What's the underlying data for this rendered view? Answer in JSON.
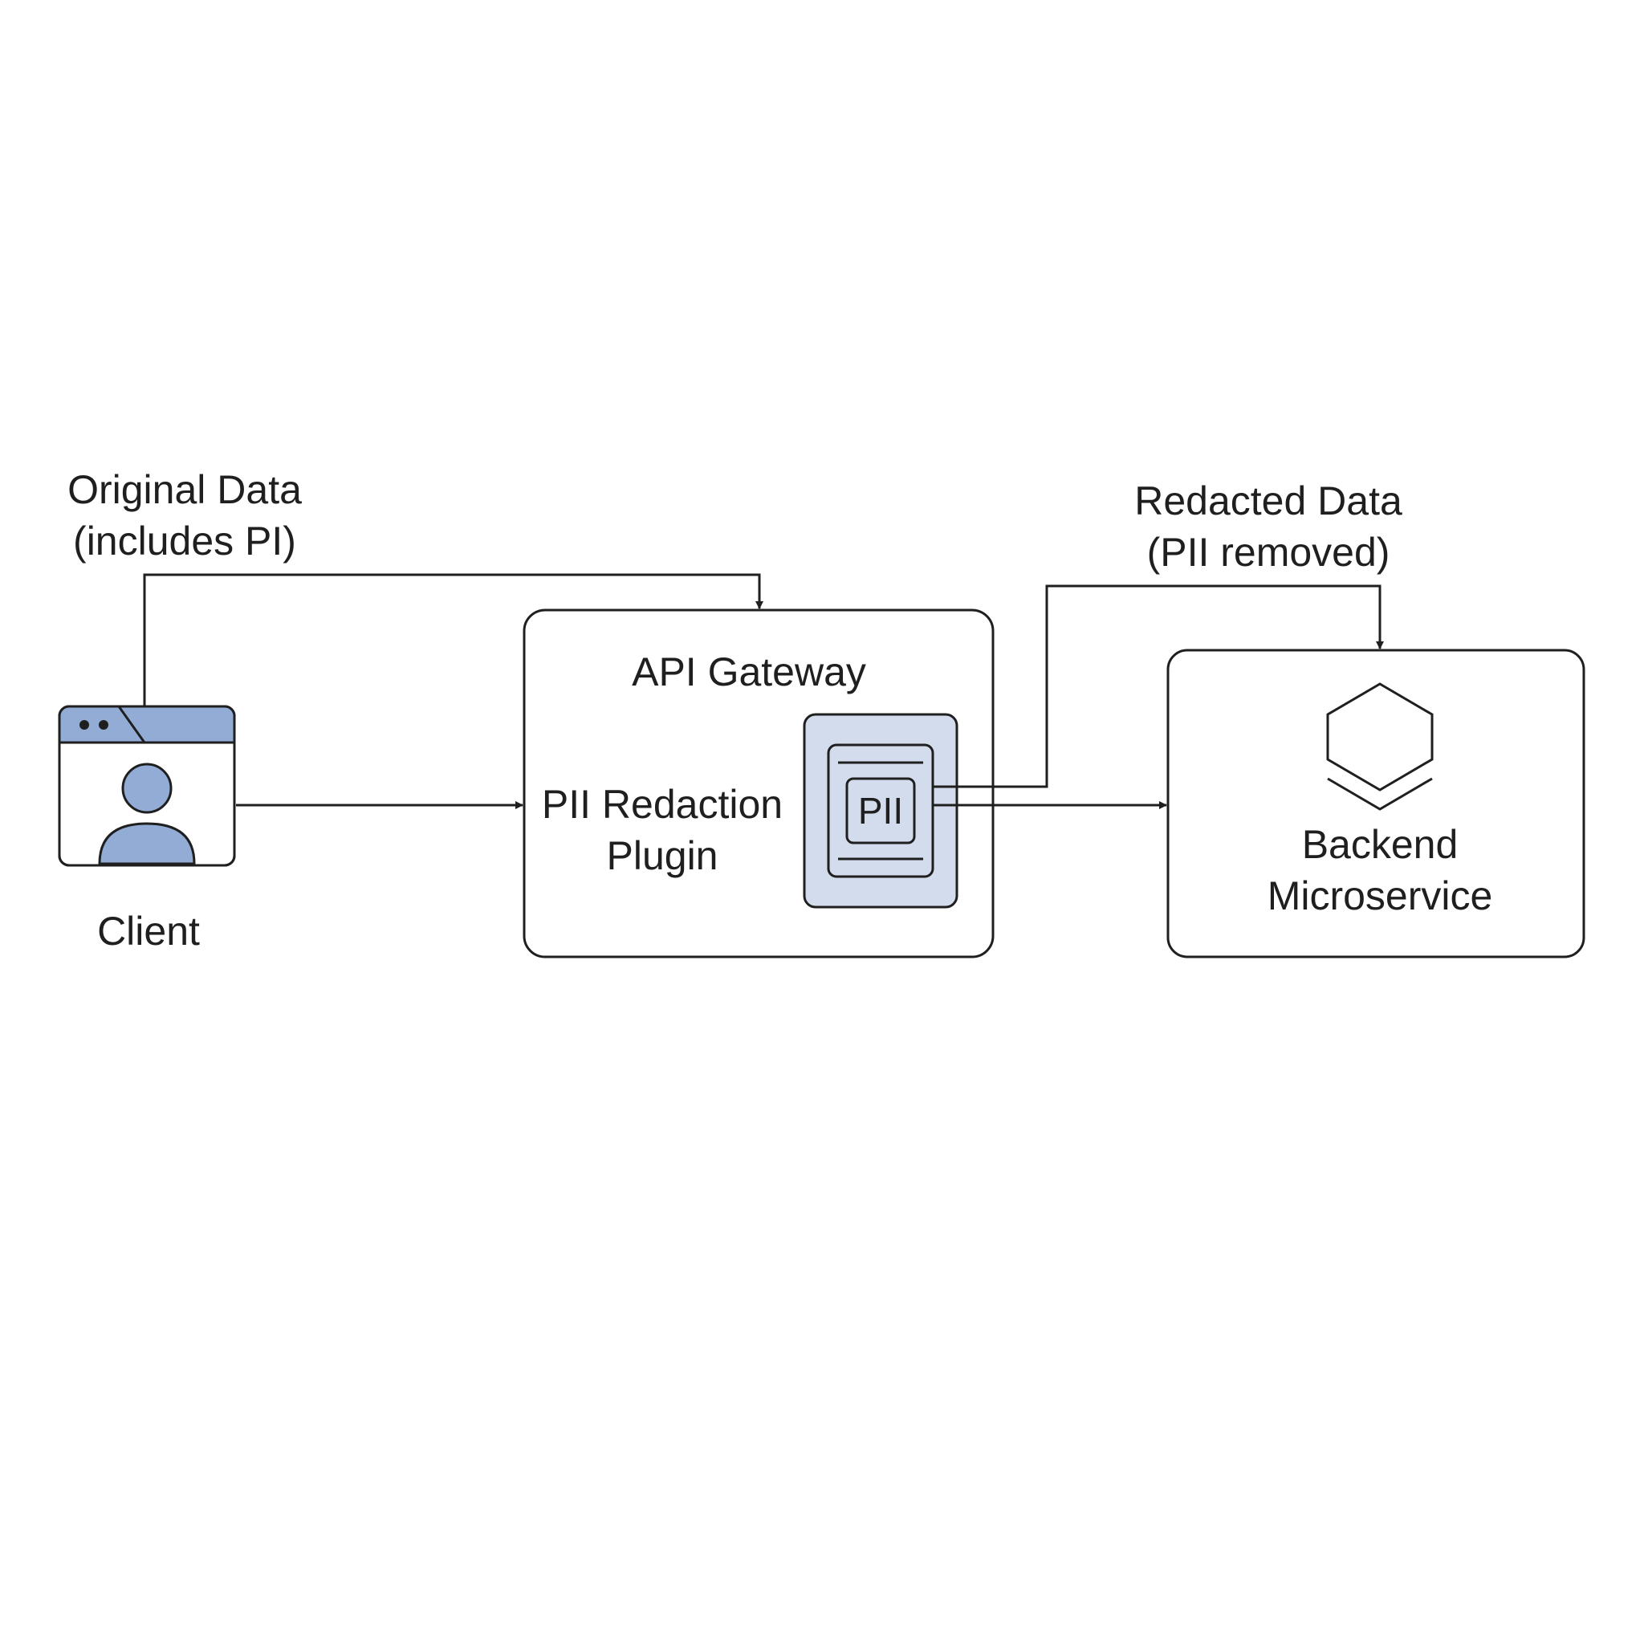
{
  "labels": {
    "original_data": [
      "Original Data",
      "(includes PI)"
    ],
    "redacted_data": [
      "Redacted Data",
      "(PII removed)"
    ],
    "client": "Client",
    "api_gateway": "API Gateway",
    "plugin": [
      "PII Redaction",
      "Plugin"
    ],
    "pii_chip": "PII",
    "backend": [
      "Backend",
      "Microservice"
    ]
  },
  "colors": {
    "stroke": "#1f1f1f",
    "accent_fill": "#93acd6",
    "plugin_fill": "#d3dcec",
    "background": "#ffffff"
  },
  "icons": {
    "client": "browser-user-icon",
    "plugin": "document-chip-icon",
    "backend": "hexagon-stack-icon"
  }
}
